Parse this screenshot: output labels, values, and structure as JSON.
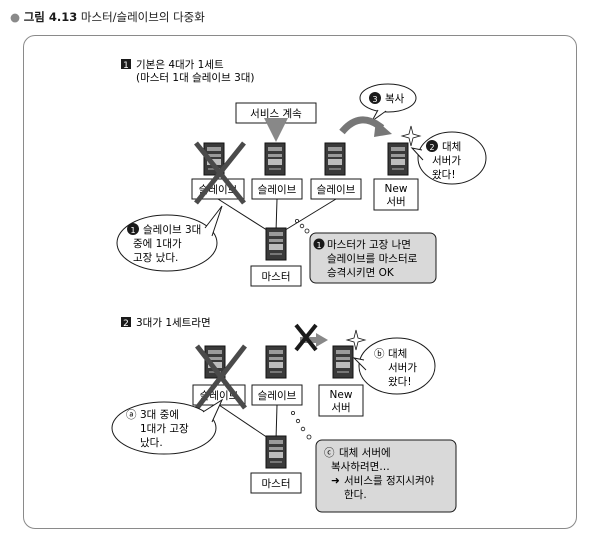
{
  "figure": {
    "caption_label": "그림 4.13",
    "caption_title": "마스터/슬레이브의 다중화"
  },
  "section1": {
    "num": "1",
    "heading_line1": "기본은 4대가 1세트",
    "heading_line2": "(마스터 1대 슬레이브 3대)",
    "continue_label": "서비스 계속",
    "copy_label": "복사",
    "copy_num": "3",
    "slaves": [
      "슬레이브",
      "슬레이브",
      "슬레이브"
    ],
    "new_server": [
      "New",
      "서버"
    ],
    "master": "마스터",
    "note_failure": {
      "num": "1",
      "lines": [
        "슬레이브 3대",
        "중에 1대가",
        "고장 났다."
      ]
    },
    "note_replace": {
      "num": "2",
      "lines": [
        "대체",
        "서버가",
        "왔다!"
      ]
    },
    "note_promote": {
      "num": "1",
      "lines": [
        "마스터가 고장 나면",
        "슬레이브를 마스터로",
        "승격시키면 OK"
      ]
    }
  },
  "section2": {
    "num": "2",
    "heading": "3대가 1세트라면",
    "slaves": [
      "슬레이브",
      "슬레이브"
    ],
    "new_server": [
      "New",
      "서버"
    ],
    "master": "마스터",
    "note_failure": {
      "mark": "ⓐ",
      "lines": [
        "3대 중에",
        "1대가 고장",
        "났다."
      ]
    },
    "note_replace": {
      "mark": "ⓑ",
      "lines": [
        "대체",
        "서버가",
        "왔다!"
      ]
    },
    "note_copy": {
      "mark": "ⓒ",
      "lines": [
        "대체 서버에",
        "복사하려면…",
        "서비스를 정지시켜야",
        "한다."
      ]
    }
  },
  "colors": {
    "note_fill": "#d9d9d9",
    "server_fill": "#3a3a3a",
    "cross": "#4a4a4a"
  }
}
